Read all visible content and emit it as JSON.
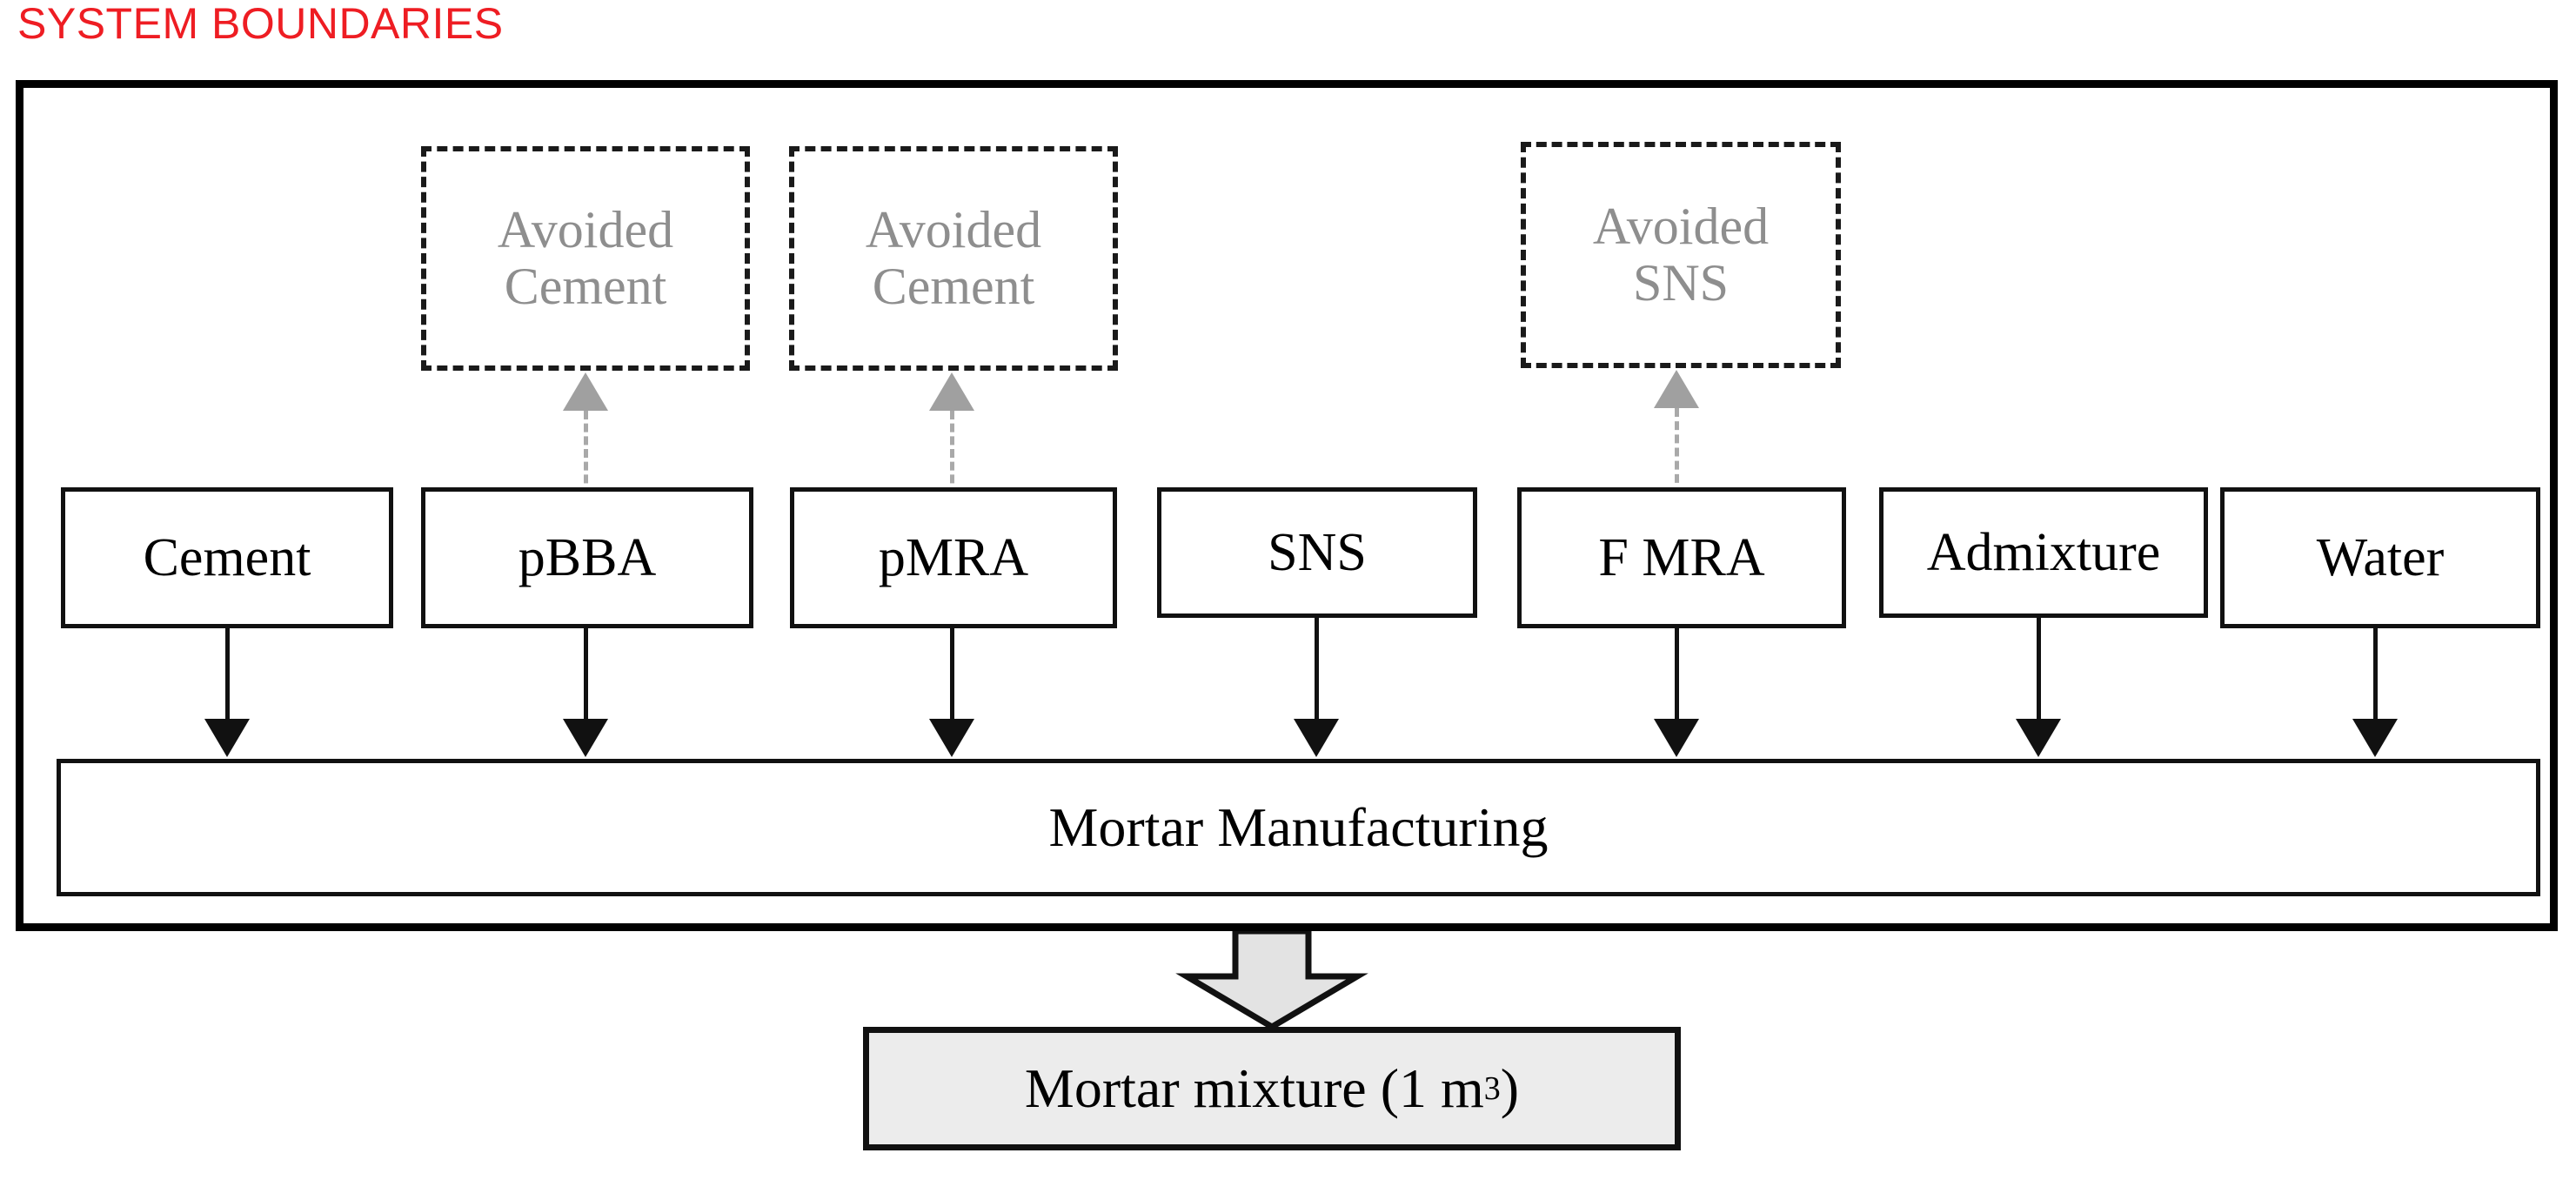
{
  "title": "SYSTEM BOUNDARIES",
  "colors": {
    "title_red": "#ee1d23",
    "boundary_black": "#000000",
    "avoided_gray_text": "#8e8e8e",
    "avoided_arrow_gray": "#a0a0a0",
    "output_fill": "#ececec"
  },
  "avoided_boxes": [
    {
      "line1": "Avoided",
      "line2": "Cement"
    },
    {
      "line1": "Avoided",
      "line2": "Cement"
    },
    {
      "line1": "Avoided",
      "line2": "SNS"
    }
  ],
  "inputs": [
    {
      "label": "Cement"
    },
    {
      "label": "pBBA"
    },
    {
      "label": "pMRA"
    },
    {
      "label": "SNS"
    },
    {
      "label": "F MRA"
    },
    {
      "label": "Admixture"
    },
    {
      "label": "Water"
    }
  ],
  "process": {
    "label": "Mortar Manufacturing"
  },
  "output": {
    "label_main": "Mortar mixture (1 m",
    "label_sup": "3",
    "label_tail": ")"
  },
  "chart_data": {
    "type": "flow-diagram",
    "title": "SYSTEM BOUNDARIES",
    "nodes": [
      {
        "id": "avoided-cement-1",
        "label": "Avoided Cement",
        "style": "dashed",
        "group": "avoided"
      },
      {
        "id": "avoided-cement-2",
        "label": "Avoided Cement",
        "style": "dashed",
        "group": "avoided"
      },
      {
        "id": "avoided-sns",
        "label": "Avoided SNS",
        "style": "dashed",
        "group": "avoided"
      },
      {
        "id": "cement",
        "label": "Cement",
        "style": "solid",
        "group": "input"
      },
      {
        "id": "pbba",
        "label": "pBBA",
        "style": "solid",
        "group": "input"
      },
      {
        "id": "pmra",
        "label": "pMRA",
        "style": "solid",
        "group": "input"
      },
      {
        "id": "sns",
        "label": "SNS",
        "style": "solid",
        "group": "input"
      },
      {
        "id": "fmra",
        "label": "F MRA",
        "style": "solid",
        "group": "input"
      },
      {
        "id": "admixture",
        "label": "Admixture",
        "style": "solid",
        "group": "input"
      },
      {
        "id": "water",
        "label": "Water",
        "style": "solid",
        "group": "input"
      },
      {
        "id": "manufacturing",
        "label": "Mortar Manufacturing",
        "style": "solid",
        "group": "process"
      },
      {
        "id": "mortar-mixture",
        "label": "Mortar mixture (1 m3)",
        "style": "solid-filled",
        "group": "output"
      }
    ],
    "edges": [
      {
        "from": "cement",
        "to": "manufacturing",
        "style": "solid-black-arrow"
      },
      {
        "from": "pbba",
        "to": "manufacturing",
        "style": "solid-black-arrow"
      },
      {
        "from": "pmra",
        "to": "manufacturing",
        "style": "solid-black-arrow"
      },
      {
        "from": "sns",
        "to": "manufacturing",
        "style": "solid-black-arrow"
      },
      {
        "from": "fmra",
        "to": "manufacturing",
        "style": "solid-black-arrow"
      },
      {
        "from": "admixture",
        "to": "manufacturing",
        "style": "solid-black-arrow"
      },
      {
        "from": "water",
        "to": "manufacturing",
        "style": "solid-black-arrow"
      },
      {
        "from": "pbba",
        "to": "avoided-cement-1",
        "style": "dashed-gray-arrow"
      },
      {
        "from": "pmra",
        "to": "avoided-cement-2",
        "style": "dashed-gray-arrow"
      },
      {
        "from": "fmra",
        "to": "avoided-sns",
        "style": "dashed-gray-arrow"
      },
      {
        "from": "manufacturing",
        "to": "mortar-mixture",
        "style": "block-arrow"
      }
    ]
  }
}
